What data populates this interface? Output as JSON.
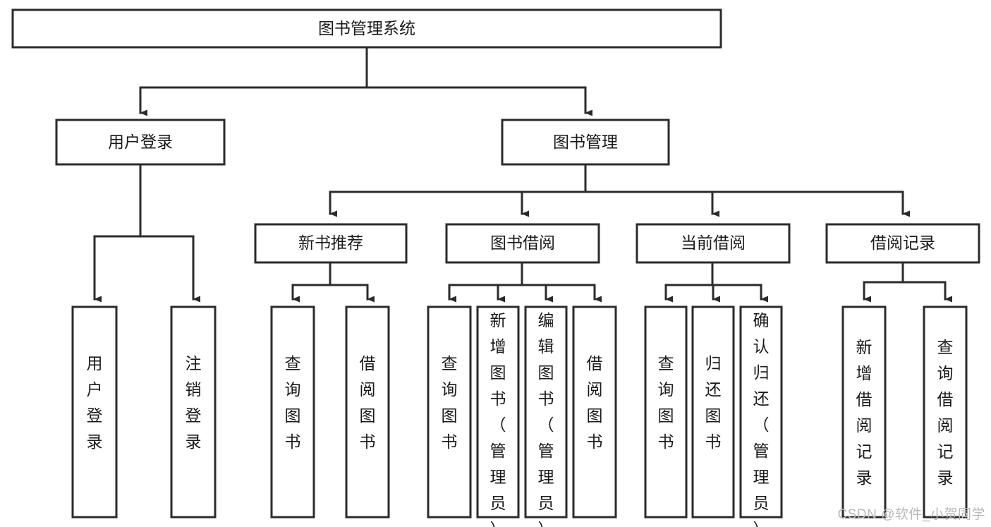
{
  "diagram": {
    "title": "图书管理系统",
    "type": "tree",
    "watermark": "CSDN @软件_小贺同学",
    "colors": {
      "stroke": "#2b2b2b",
      "fill": "#ffffff",
      "text": "#1a1a1a",
      "watermark": "#b9b9b9",
      "background": "#ffffff"
    },
    "root": {
      "label": "图书管理系统"
    },
    "level2": [
      {
        "label": "用户登录"
      },
      {
        "label": "图书管理"
      }
    ],
    "level3": [
      {
        "label": "新书推荐"
      },
      {
        "label": "图书借阅"
      },
      {
        "label": "当前借阅"
      },
      {
        "label": "借阅记录"
      }
    ],
    "leaves": {
      "user_login": [
        {
          "label": "用户登录"
        },
        {
          "label": "注销登录"
        }
      ],
      "new_book_recommend": [
        {
          "label": "查询图书"
        },
        {
          "label": "借阅图书"
        }
      ],
      "book_borrow": [
        {
          "label": "查询图书"
        },
        {
          "label": "新增图书（管理员）"
        },
        {
          "label": "编辑图书（管理员）"
        },
        {
          "label": "借阅图书"
        }
      ],
      "current_borrow": [
        {
          "label": "查询图书"
        },
        {
          "label": "归还图书"
        },
        {
          "label": "确认归还（管理员）"
        }
      ],
      "borrow_record": [
        {
          "label": "新增借阅记录"
        },
        {
          "label": "查询借阅记录"
        }
      ]
    }
  }
}
